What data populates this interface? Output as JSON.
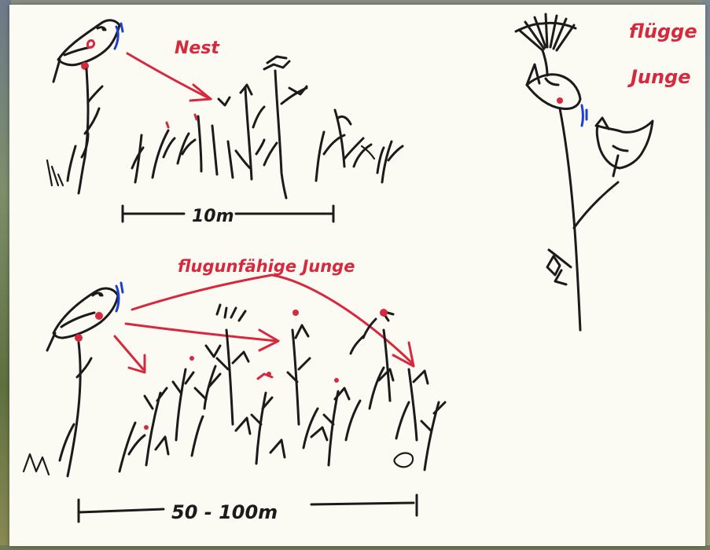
{
  "labels": {
    "nest": "Nest",
    "flugge": "flügge",
    "junge": "Junge",
    "flugunfaehige": "flugunfähige Junge",
    "scale_small": "10m",
    "scale_large": "50 - 100m"
  },
  "colors": {
    "ink": "#1b1b1b",
    "red_ink": "#d6293e",
    "blue_ink": "#1d3fd0",
    "paper": "#fbfaf3"
  }
}
